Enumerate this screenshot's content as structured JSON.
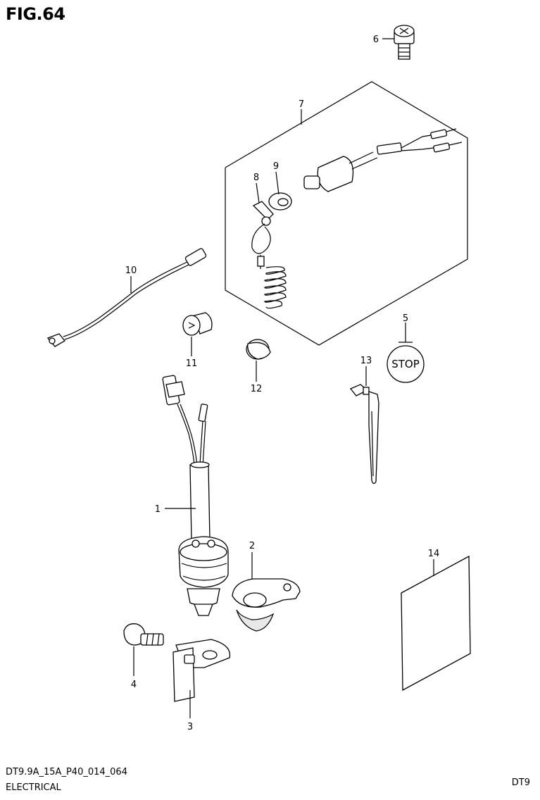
{
  "figure": {
    "title": "FIG.64"
  },
  "footer": {
    "code": "DT9.9A_15A_P40_014_064",
    "subtitle": "ELECTRICAL",
    "model": "DT9"
  },
  "stop_label": "STOP",
  "parts": [
    {
      "ref": "1"
    },
    {
      "ref": "2"
    },
    {
      "ref": "3"
    },
    {
      "ref": "4"
    },
    {
      "ref": "5"
    },
    {
      "ref": "6"
    },
    {
      "ref": "7"
    },
    {
      "ref": "8"
    },
    {
      "ref": "9"
    },
    {
      "ref": "10"
    },
    {
      "ref": "11"
    },
    {
      "ref": "12"
    },
    {
      "ref": "13"
    },
    {
      "ref": "14"
    }
  ]
}
